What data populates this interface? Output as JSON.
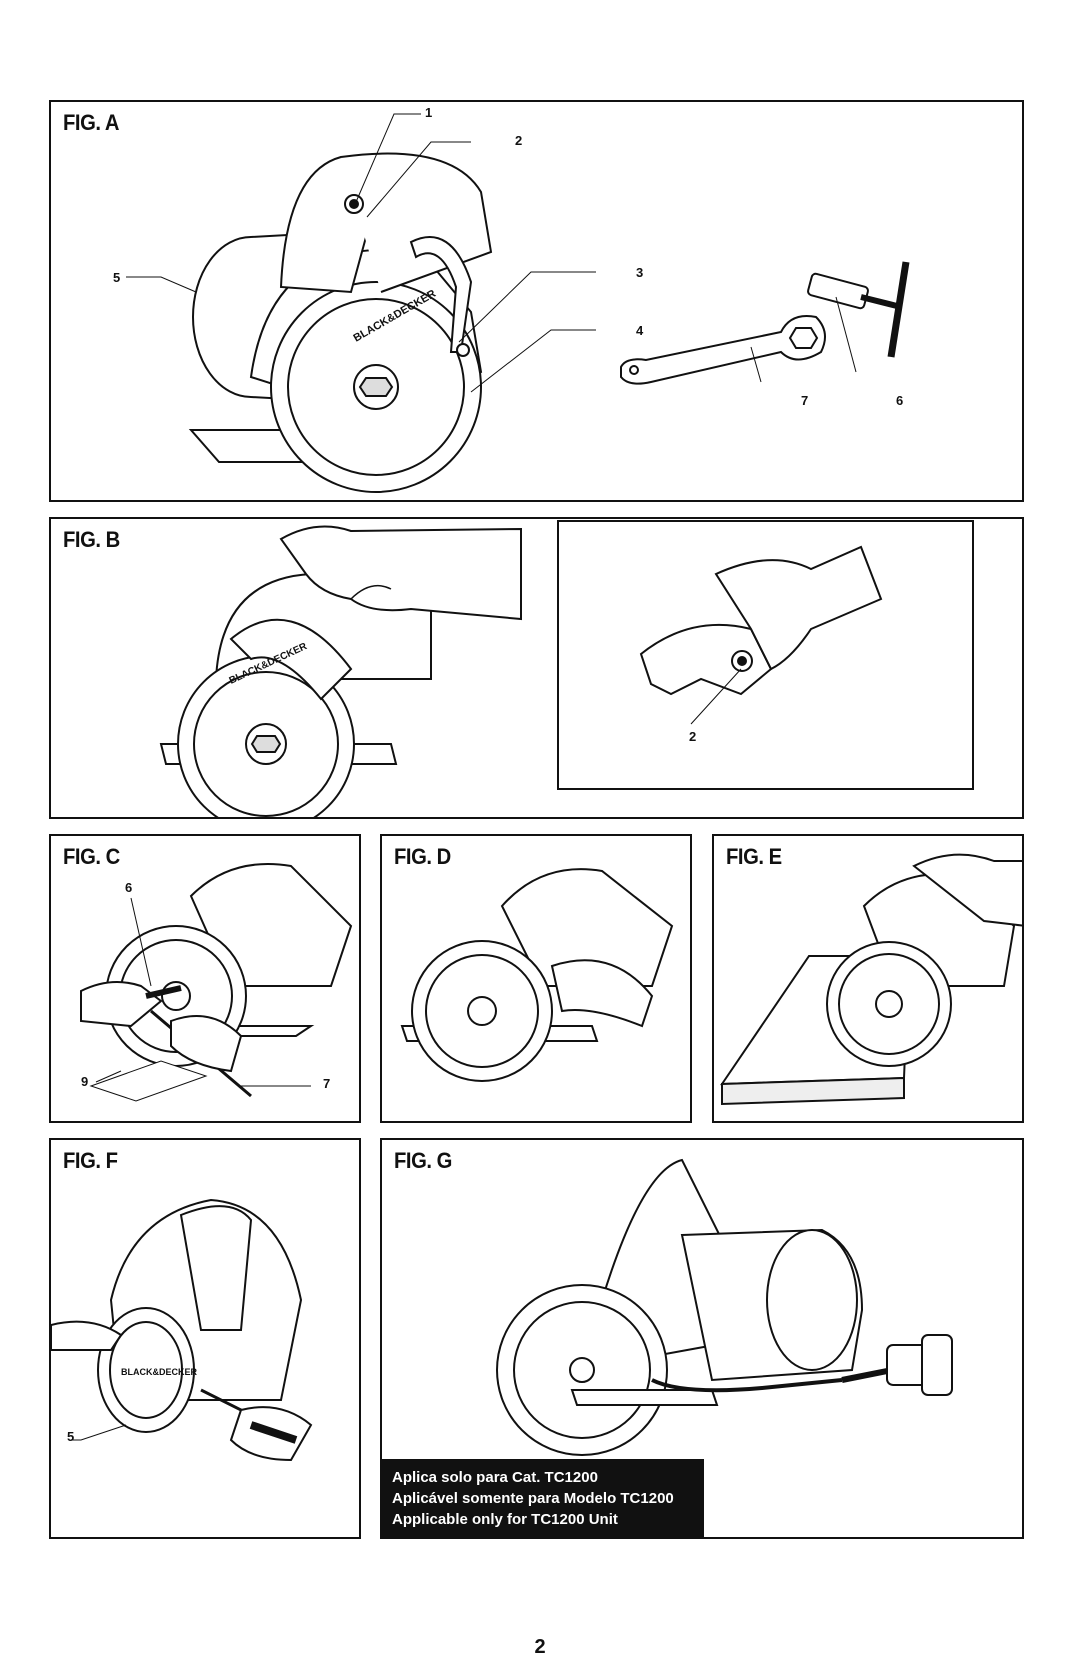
{
  "figures": {
    "a": {
      "title": "FIG. A",
      "callouts": {
        "c1": "1",
        "c2": "2",
        "c3": "3",
        "c4": "4",
        "c5": "5",
        "c6": "6",
        "c7": "7"
      }
    },
    "b": {
      "title": "FIG. B",
      "callouts": {
        "c2": "2"
      }
    },
    "c": {
      "title": "FIG. C",
      "callouts": {
        "c6": "6",
        "c9": "9",
        "c7": "7"
      }
    },
    "d": {
      "title": "FIG. D"
    },
    "e": {
      "title": "FIG. E"
    },
    "f": {
      "title": "FIG. F",
      "callouts": {
        "c5": "5"
      }
    },
    "g": {
      "title": "FIG. G",
      "note": [
        "Aplica solo para Cat. TC1200",
        "Aplicável somente para Modelo TC1200",
        "Applicable only for TC1200 Unit"
      ]
    }
  },
  "brand_logo": "BLACK&DECKER",
  "page_number": "2",
  "icons": [
    "tile-saw-illustration",
    "hand-illustration",
    "wrench-illustration",
    "t-key-illustration",
    "tile-illustration",
    "brush-illustration",
    "water-hose-illustration"
  ]
}
